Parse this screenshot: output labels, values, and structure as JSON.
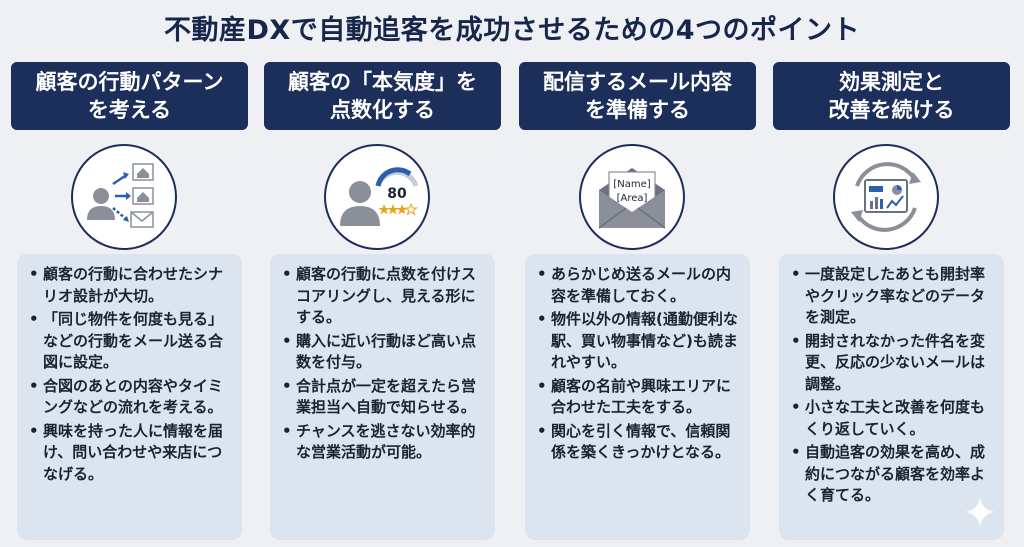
{
  "title": "不動産DXで自動追客を成功させるための4つのポイント",
  "columns": [
    {
      "header": [
        "顧客の行動パターン",
        "を考える"
      ],
      "icon": "behavior-flow-icon",
      "bullets": [
        "顧客の行動に合わせたシナリオ設計が大切。",
        "「同じ物件を何度も見る」などの行動をメール送る合図に設定。",
        "合図のあとの内容やタイミングなどの流れを考える。",
        "興味を持った人に情報を届け、問い合わせや来店につなげる。"
      ]
    },
    {
      "header": [
        "顧客の「本気度」を",
        "点数化する"
      ],
      "icon": "score-gauge-icon",
      "score": "80",
      "bullets": [
        "顧客の行動に点数を付けスコアリングし、見える形にする。",
        "購入に近い行動ほど高い点数を付与。",
        "合計点が一定を超えたら営業担当へ自動で知らせる。",
        "チャンスを逃さない効率的な営業活動が可能。"
      ]
    },
    {
      "header": [
        "配信するメール内容",
        "を準備する"
      ],
      "icon": "email-template-icon",
      "envelope_lines": [
        "[Name]",
        "[Area]"
      ],
      "bullets": [
        "あらかじめ送るメールの内容を準備しておく。",
        "物件以外の情報(通勤便利な駅、買い物事情など)も読まれやすい。",
        "顧客の名前や興味エリアに合わせた工夫をする。",
        "関心を引く情報で、信頼関係を築くきっかけとなる。"
      ]
    },
    {
      "header": [
        "効果測定と",
        "改善を続ける"
      ],
      "icon": "analytics-cycle-icon",
      "bullets": [
        "一度設定したあとも開封率やクリック率などのデータを測定。",
        "開封されなかった件名を変更、反応の少ないメールは調整。",
        "小さな工夫と改善を何度もくり返していく。",
        "自動追客の効果を高め、成約につながる顧客を効率よく育てる。"
      ]
    }
  ],
  "colors": {
    "navy": "#1c2e5a",
    "card": "#dce4f0",
    "background": "#eef0f4",
    "accent_blue": "#2d5fb0",
    "star": "#e8a317"
  }
}
